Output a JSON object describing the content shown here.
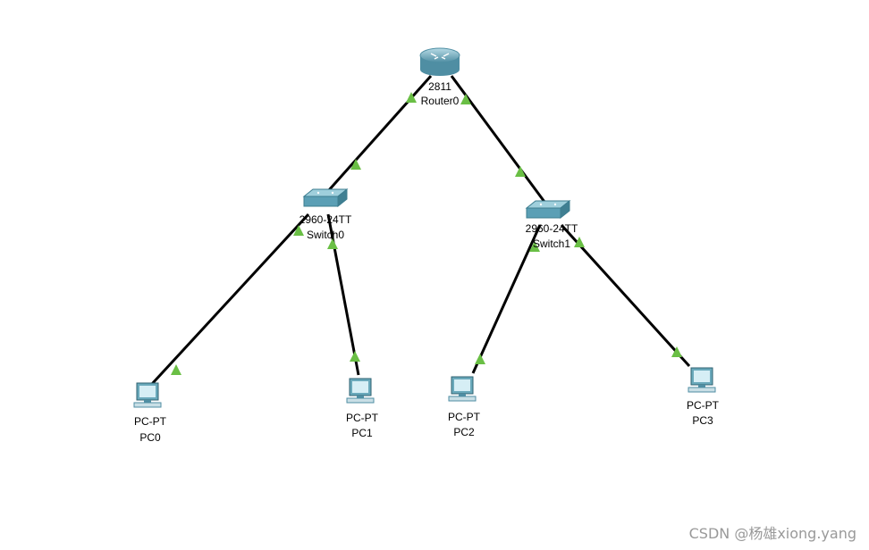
{
  "devices": {
    "router0": {
      "model": "2811",
      "name": "Router0"
    },
    "switch0": {
      "model": "2960-24TT",
      "name": "Switch0"
    },
    "switch1": {
      "model": "2960-24TT",
      "name": "Switch1"
    },
    "pc0": {
      "model": "PC-PT",
      "name": "PC0"
    },
    "pc1": {
      "model": "PC-PT",
      "name": "PC1"
    },
    "pc2": {
      "model": "PC-PT",
      "name": "PC2"
    },
    "pc3": {
      "model": "PC-PT",
      "name": "PC3"
    }
  },
  "colors": {
    "link": "#000000",
    "port_up": "#6abf45",
    "device": "#5b9fb5"
  },
  "watermark": "CSDN @杨雄xiong.yang"
}
